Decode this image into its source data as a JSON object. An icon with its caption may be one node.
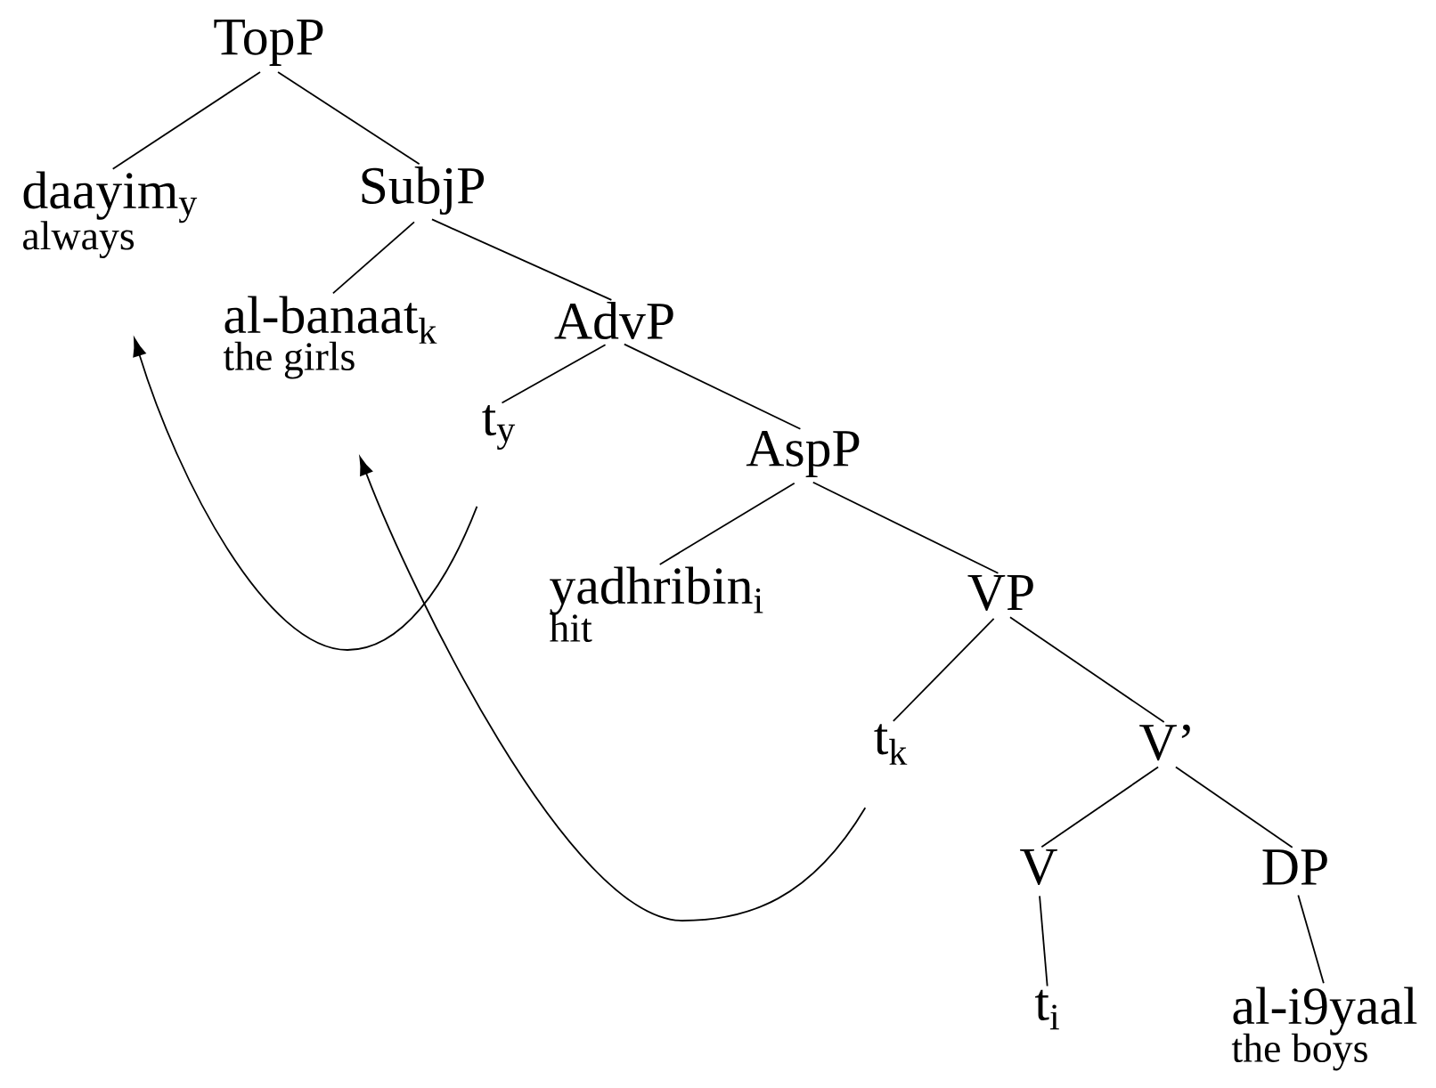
{
  "diagram": {
    "nodes": [
      {
        "text": [
          "TopP"
        ]
      },
      {
        "text": [
          "daayim$_{y}$",
          "always"
        ]
      },
      {
        "text": [
          "SubjP"
        ]
      },
      {
        "text": [
          "al-banaat$_{k}$",
          "the girls"
        ]
      },
      {
        "text": [
          "AdvP"
        ]
      },
      {
        "text": [
          "t$_{y}$"
        ]
      },
      {
        "text": [
          "AspP"
        ]
      },
      {
        "text": [
          "yadhribin$_{i}$",
          "hit"
        ]
      },
      {
        "text": [
          "VP"
        ]
      },
      {
        "text": [
          "t$_{k}$"
        ]
      },
      {
        "text": [
          "V’"
        ]
      },
      {
        "text": [
          "V"
        ]
      },
      {
        "text": [
          "DP"
        ]
      },
      {
        "text": [
          "t$_{i}$"
        ]
      },
      {
        "text": [
          "al-i9yaal",
          "the boys"
        ]
      }
    ],
    "edges": [
      {
        "from": 0,
        "to": 1,
        "arrow": "none"
      },
      {
        "from": 0,
        "to": 2,
        "arrow": "none"
      },
      {
        "from": 2,
        "to": 3,
        "arrow": "none"
      },
      {
        "from": 2,
        "to": 4,
        "arrow": "none"
      },
      {
        "from": 4,
        "to": 5,
        "arrow": "none"
      },
      {
        "from": 4,
        "to": 6,
        "arrow": "none"
      },
      {
        "from": 6,
        "to": 7,
        "arrow": "none"
      },
      {
        "from": 6,
        "to": 8,
        "arrow": "none"
      },
      {
        "from": 8,
        "to": 9,
        "arrow": "none"
      },
      {
        "from": 8,
        "to": 10,
        "arrow": "none"
      },
      {
        "from": 10,
        "to": 11,
        "arrow": "none"
      },
      {
        "from": 10,
        "to": 12,
        "arrow": "none"
      },
      {
        "from": 11,
        "to": 13,
        "arrow": "none"
      },
      {
        "from": 12,
        "to": 14,
        "arrow": "none"
      },
      {
        "from": 5,
        "to": 1,
        "arrow": "to"
      },
      {
        "from": 9,
        "to": 3,
        "arrow": "to"
      }
    ]
  }
}
